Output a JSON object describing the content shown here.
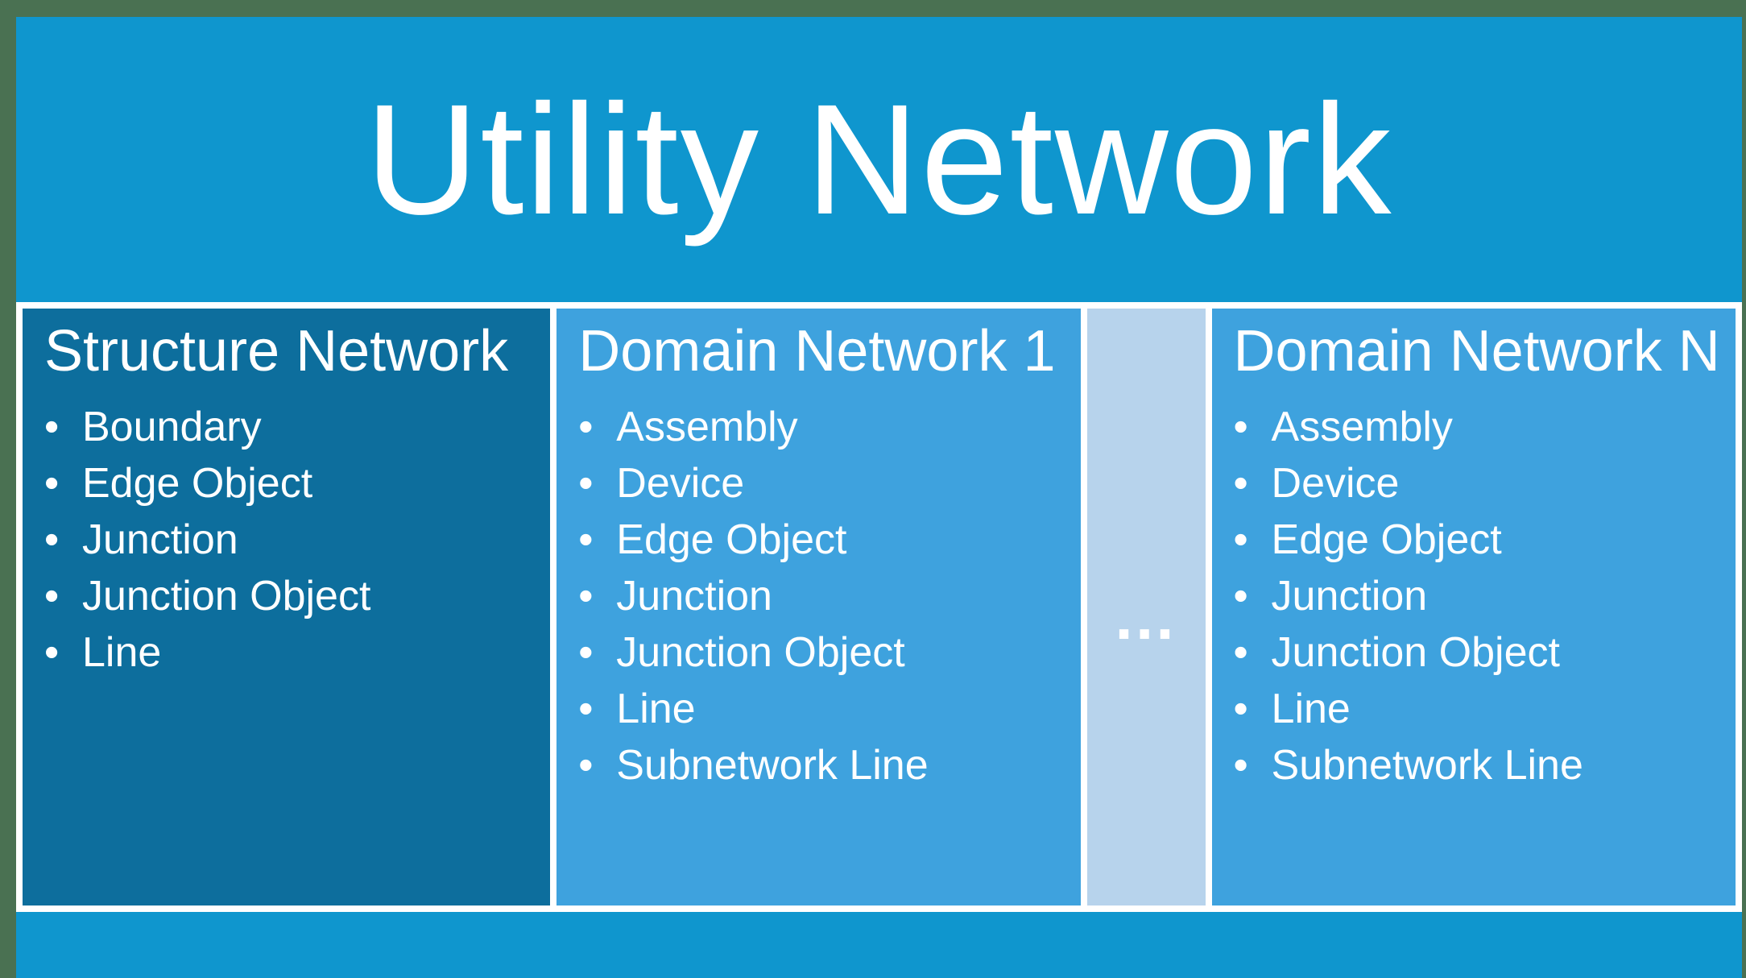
{
  "title": "Utility Network",
  "glyphs": {
    "bullet": "•",
    "ellipsis": "…"
  },
  "colors": {
    "slide_background_green": "#4A7152",
    "utility_network_blue": "#0F96CE",
    "structure_network_blue": "#0D6E9D",
    "domain_network_blue": "#3EA2DE",
    "ellipsis_box_blue": "#B7D3EC",
    "border_white": "#FFFFFF",
    "text_white": "#FFFFFF"
  },
  "boxes": [
    {
      "title": "Structure Network",
      "items": [
        "Boundary",
        "Edge Object",
        "Junction",
        "Junction Object",
        "Line"
      ]
    },
    {
      "title": "Domain Network 1",
      "items": [
        "Assembly",
        "Device",
        "Edge Object",
        "Junction",
        "Junction Object",
        "Line",
        "Subnetwork Line"
      ]
    },
    {
      "title": "Domain Network N",
      "items": [
        "Assembly",
        "Device",
        "Edge Object",
        "Junction",
        "Junction Object",
        "Line",
        "Subnetwork Line"
      ]
    }
  ]
}
